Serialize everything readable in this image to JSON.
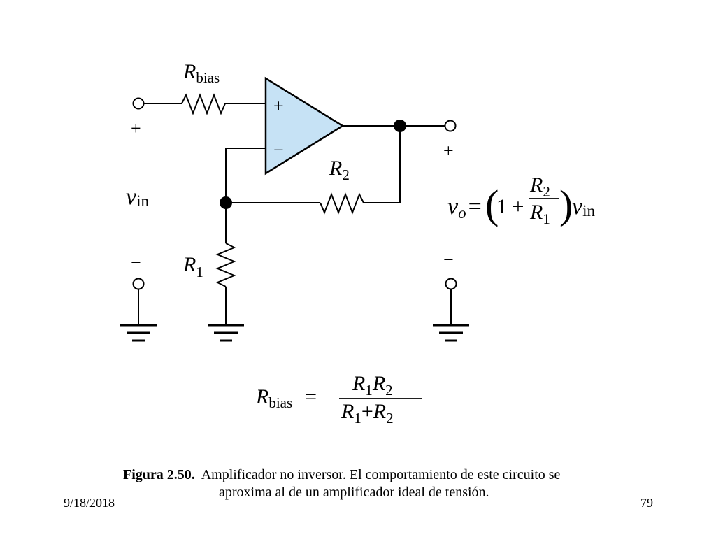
{
  "diagram": {
    "labels": {
      "rbias_R": "R",
      "rbias_sub": "bias",
      "r2_R": "R",
      "r2_sub": "2",
      "r1_R": "R",
      "r1_sub": "1",
      "vin_v": "v",
      "vin_sub": "in",
      "in_plus": "+",
      "in_minus": "−",
      "out_plus": "+",
      "out_minus": "−",
      "opamp_plus": "+",
      "opamp_minus": "−"
    },
    "gain_formula": {
      "vo": "v",
      "vo_sub": "o",
      "eq": "=",
      "open": "(",
      "one_plus": "1 +",
      "num_R": "R",
      "num_sub": "2",
      "den_R": "R",
      "den_sub": "1",
      "close": ")",
      "vin": "v",
      "vin_sub": "in"
    },
    "bias_formula": {
      "R": "R",
      "sub": "bias",
      "eq": "=",
      "num_R1": "R",
      "num_sub1": "1",
      "num_R2": "R",
      "num_sub2": "2",
      "den_R1": "R",
      "den_sub1": "1",
      "den_plus": "+",
      "den_R2": "R",
      "den_sub2": "2"
    },
    "opamp_fill": "#c6e2f5"
  },
  "caption": {
    "figure_label": "Figura 2.50.",
    "text_line1": "Amplificador no inversor. El comportamiento de este circuito se",
    "text_line2": "aproxima al de un amplificador ideal de tensión."
  },
  "footer": {
    "date": "9/18/2018",
    "page_number": "79"
  }
}
